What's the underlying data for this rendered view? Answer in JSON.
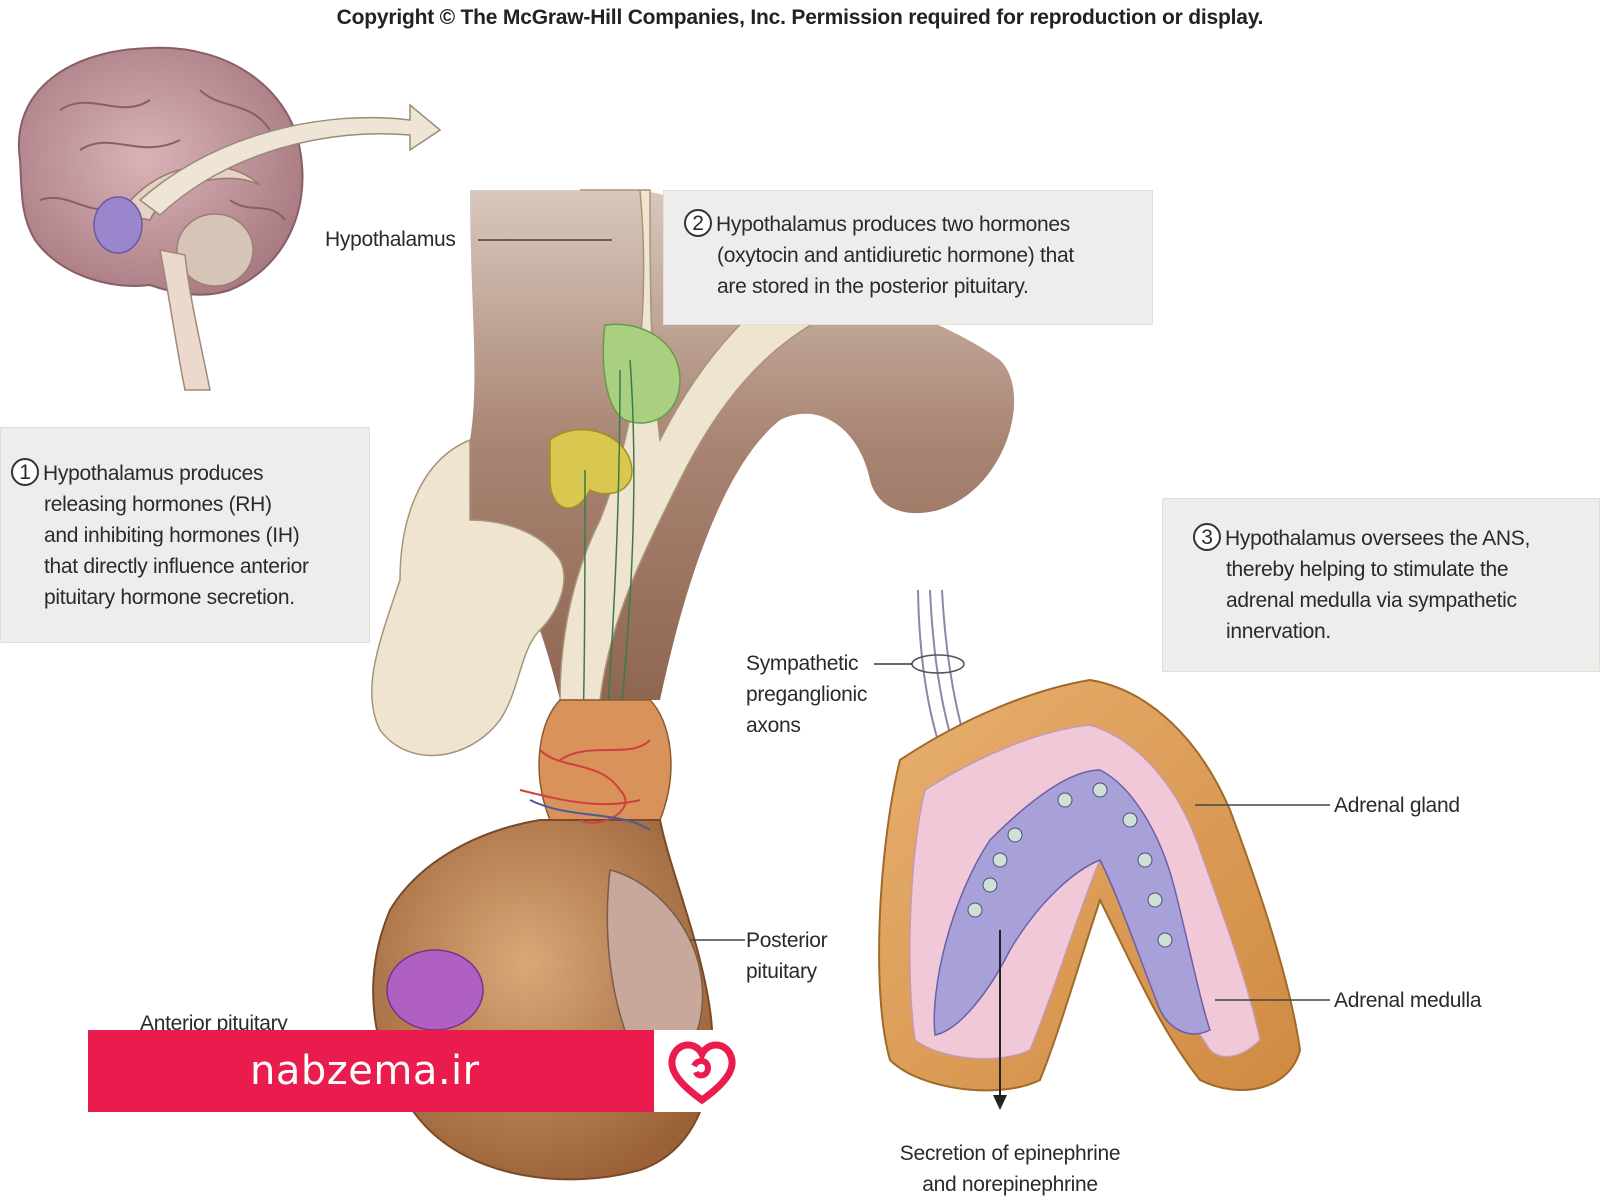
{
  "header": {
    "copyright": "Copyright © The McGraw-Hill Companies, Inc. Permission required for reproduction or display."
  },
  "steps": [
    {
      "number": "1",
      "lines": [
        "Hypothalamus produces",
        "releasing hormones (RH)",
        "and inhibiting hormones (IH)",
        "that directly influence anterior",
        "pituitary hormone secretion."
      ]
    },
    {
      "number": "2",
      "lines": [
        "Hypothalamus produces two hormones",
        "(oxytocin and antidiuretic hormone) that",
        "are stored in the posterior pituitary."
      ]
    },
    {
      "number": "3",
      "lines": [
        "Hypothalamus oversees the ANS,",
        "thereby helping to stimulate the",
        "adrenal medulla via sympathetic",
        "innervation."
      ]
    }
  ],
  "labels": {
    "hypothalamus": "Hypothalamus",
    "sympathetic": [
      "Sympathetic",
      "preganglionic",
      "axons"
    ],
    "adrenal_gland": "Adrenal gland",
    "posterior_pituitary": [
      "Posterior",
      "pituitary"
    ],
    "adrenal_medulla": "Adrenal medulla",
    "anterior_pituitary": "Anterior pituitary",
    "secretion": [
      "Secretion of epinephrine",
      "and norepinephrine"
    ]
  },
  "watermark": {
    "text": "nabzema.ir",
    "color": "#ea1c4d"
  }
}
